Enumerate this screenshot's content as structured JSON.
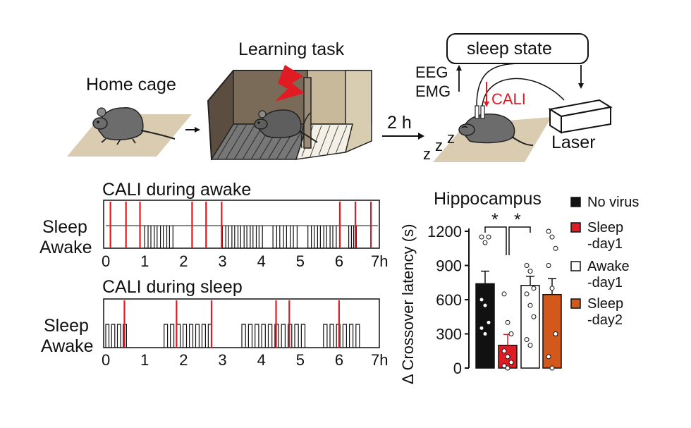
{
  "colors": {
    "cali_red": "#e01b24",
    "sleep_day2_orange": "#d2581c",
    "no_virus_black": "#111111",
    "awake_day1_white": "#ffffff",
    "floor_tan": "#d9ccb0",
    "mouse_gray": "#6c6c6c",
    "box_dark": "#5b4d40",
    "box_light": "#c8b99a"
  },
  "schematic": {
    "home_cage": "Home cage",
    "learning_task": "Learning task",
    "delay": "2 h",
    "sleep_state": "sleep state",
    "eeg": "EEG",
    "emg": "EMG",
    "cali": "CALI",
    "laser": "Laser",
    "zzz": [
      "z",
      "z",
      "z"
    ]
  },
  "hypnograms": [
    {
      "title": "CALI during awake",
      "states": [
        "Sleep",
        "Awake"
      ],
      "hours_max": 7,
      "unit": "h",
      "x_ticks": [
        "0",
        "1",
        "2",
        "3",
        "4",
        "5",
        "6",
        "7h"
      ],
      "laser_hours": [
        0.12,
        0.52,
        0.88,
        2.22,
        2.58,
        2.98,
        6.02,
        6.42,
        6.82
      ],
      "awake_bouts": [
        [
          1.0,
          1.8
        ],
        [
          3.0,
          4.1
        ],
        [
          4.3,
          5.0
        ],
        [
          5.2,
          6.0
        ],
        [
          6.25,
          6.5
        ]
      ]
    },
    {
      "title": "CALI during sleep",
      "states": [
        "Sleep",
        "Awake"
      ],
      "hours_max": 7,
      "unit": "h",
      "x_ticks": [
        "0",
        "1",
        "2",
        "3",
        "4",
        "5",
        "6",
        "7h"
      ],
      "laser_hours": [
        0.48,
        1.82,
        2.72,
        4.38,
        4.72,
        6.0
      ],
      "sleep_bouts": [
        [
          0.0,
          0.6
        ],
        [
          1.5,
          2.8
        ],
        [
          3.5,
          5.2
        ],
        [
          5.6,
          6.6
        ]
      ]
    }
  ],
  "chart_data": {
    "type": "bar",
    "title": "Hippocampus",
    "ylabel": "Δ Crossover latency (s)",
    "ylim": [
      0,
      1200
    ],
    "yticks": [
      0,
      300,
      600,
      900,
      1200
    ],
    "significance": [
      "*",
      "*"
    ],
    "categories": [
      "No virus",
      "Sleep\n-day1",
      "Awake\n-day1",
      "Sleep\n-day2"
    ],
    "legend": [
      {
        "line1": "No virus",
        "line2": ""
      },
      {
        "line1": "Sleep",
        "line2": "-day1"
      },
      {
        "line1": "Awake",
        "line2": "-day1"
      },
      {
        "line1": "Sleep",
        "line2": "-day2"
      }
    ],
    "values": [
      740,
      200,
      725,
      645
    ],
    "errors": [
      110,
      95,
      80,
      140
    ],
    "points": [
      [
        1150,
        1100,
        1150,
        600,
        550,
        400,
        350,
        300
      ],
      [
        650,
        400,
        300,
        150,
        100,
        50,
        20,
        0
      ],
      [
        900,
        850,
        700,
        650,
        550,
        450,
        250,
        200
      ],
      [
        1200,
        1150,
        1050,
        900,
        700,
        300,
        100,
        0
      ]
    ]
  }
}
